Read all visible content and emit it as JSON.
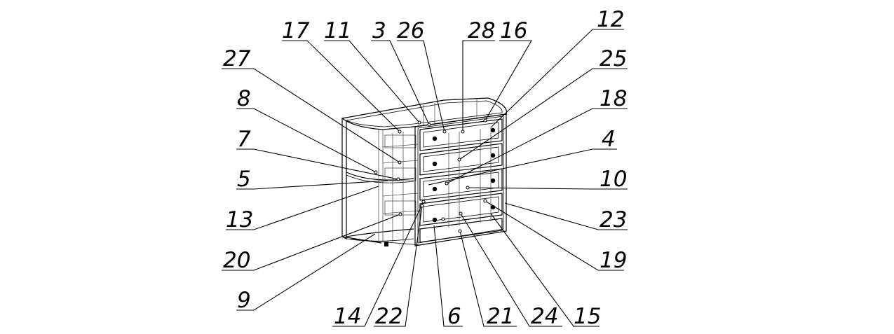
{
  "callouts": {
    "n17": "17",
    "n11": "11",
    "n3": "3",
    "n26": "26",
    "n28": "28",
    "n16": "16",
    "n12": "12",
    "n27": "27",
    "n25": "25",
    "n8": "8",
    "n18": "18",
    "n7": "7",
    "n4": "4",
    "n5": "5",
    "n10": "10",
    "n13": "13",
    "n23": "23",
    "n20": "20",
    "n19": "19",
    "n9": "9",
    "n14": "14",
    "n22": "22",
    "n6": "6",
    "n21": "21",
    "n24": "24",
    "n15": "15"
  }
}
